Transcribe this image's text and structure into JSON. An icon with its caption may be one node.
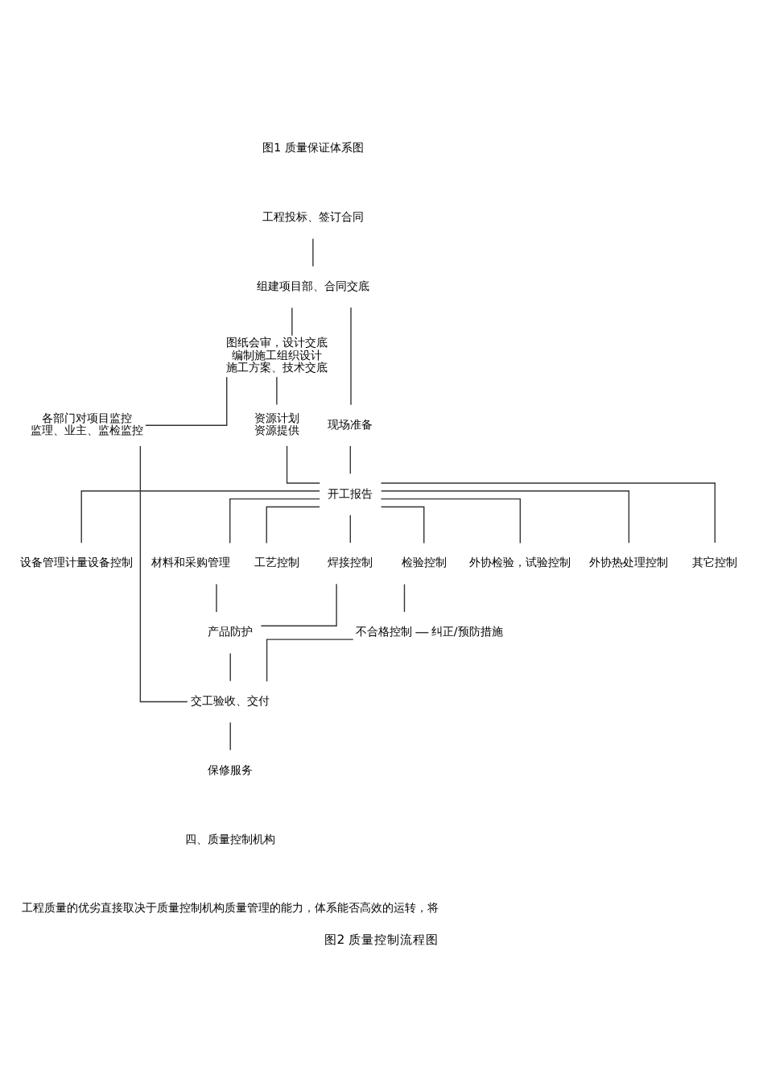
{
  "diagram": {
    "caption": "图2 质量控制流程图",
    "nodes": [
      {
        "text": [
          "工程投标、签订合同"
        ]
      },
      {
        "text": [
          "组建项目部、合同交底"
        ]
      },
      {
        "text": [
          "图纸会审，设计交底",
          "编制施工组织设计",
          "施工方案、技术交底"
        ]
      },
      {
        "text": [
          "现场准备"
        ]
      },
      {
        "text": [
          "各部门对项目监控",
          "监理、业主、监检监控"
        ]
      },
      {
        "text": [
          "资源计划",
          "资源提供"
        ]
      },
      {
        "text": [
          "开工报告"
        ]
      },
      {
        "text": [
          "设备管理计量设备控制"
        ]
      },
      {
        "text": [
          "材料和采购管理"
        ]
      },
      {
        "text": [
          "工艺控制"
        ]
      },
      {
        "text": [
          "焊接控制"
        ]
      },
      {
        "text": [
          "检验控制"
        ]
      },
      {
        "text": [
          "外协检验，试验控制"
        ]
      },
      {
        "text": [
          "外协热处理控制"
        ]
      },
      {
        "text": [
          "其它控制"
        ]
      },
      {
        "text": [
          "产品防护"
        ]
      },
      {
        "text": [
          "不合格控制"
        ]
      },
      {
        "text": [
          "纠正/预防措施"
        ]
      },
      {
        "text": [
          "交工验收、交付"
        ]
      },
      {
        "text": [
          "保修服务"
        ]
      }
    ],
    "edges": [
      {
        "from": 0,
        "to": 1,
        "arrow": "none"
      },
      {
        "from": 1,
        "to": 2,
        "arrow": "none"
      },
      {
        "from": 1,
        "to": 3,
        "arrow": "none"
      },
      {
        "from": 2,
        "to": 4,
        "arrow": "none"
      },
      {
        "from": 2,
        "to": 5,
        "arrow": "none"
      },
      {
        "from": 5,
        "to": 6,
        "arrow": "none"
      },
      {
        "from": 3,
        "to": 6,
        "arrow": "none"
      },
      {
        "from": 6,
        "to": 7,
        "arrow": "none"
      },
      {
        "from": 6,
        "to": 8,
        "arrow": "none"
      },
      {
        "from": 6,
        "to": 9,
        "arrow": "none"
      },
      {
        "from": 6,
        "to": 10,
        "arrow": "none"
      },
      {
        "from": 6,
        "to": 11,
        "arrow": "none"
      },
      {
        "from": 6,
        "to": 12,
        "arrow": "none"
      },
      {
        "from": 6,
        "to": 13,
        "arrow": "none"
      },
      {
        "from": 6,
        "to": 14,
        "arrow": "none"
      },
      {
        "from": 8,
        "to": 15,
        "arrow": "none"
      },
      {
        "from": 10,
        "to": 15,
        "arrow": "none"
      },
      {
        "from": 11,
        "to": 16,
        "arrow": "none"
      },
      {
        "from": 16,
        "to": 17,
        "arrow": "none"
      },
      {
        "from": 15,
        "to": 18,
        "arrow": "none"
      },
      {
        "from": 16,
        "to": 18,
        "arrow": "none"
      },
      {
        "from": 4,
        "to": 18,
        "arrow": "none"
      },
      {
        "from": 18,
        "to": 19,
        "arrow": "none"
      }
    ],
    "labels": [
      "图1 质量保证体系图",
      "四、质量控制机构",
      "工程质量的优劣直接取决于质量控制机构质量管理的能力，体系能否高效的运转，将"
    ]
  }
}
